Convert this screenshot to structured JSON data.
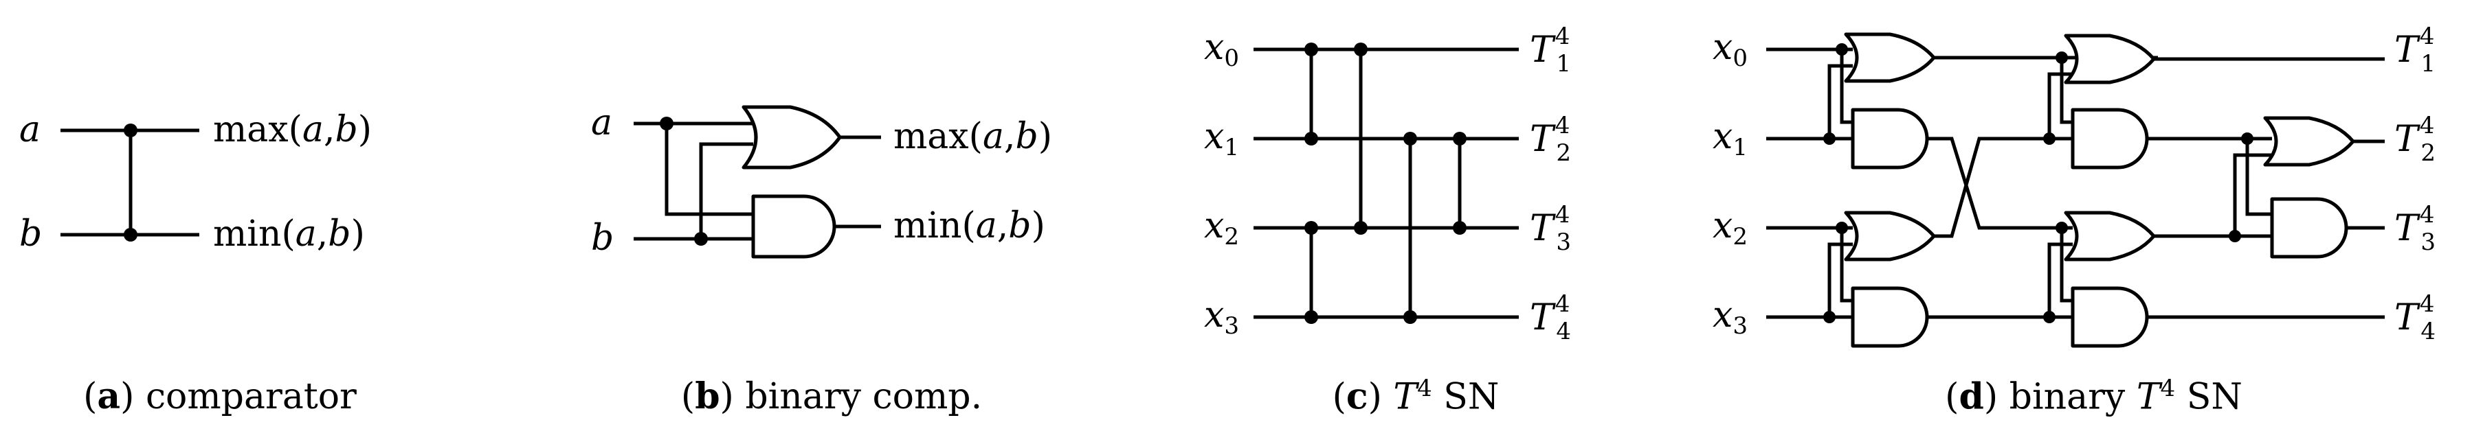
{
  "panels": {
    "a": {
      "inputs": [
        "a",
        "b"
      ],
      "outputs": [
        "max(a,b)",
        "min(a,b)"
      ],
      "caption_letter": "a",
      "caption_text": "comparator"
    },
    "b": {
      "inputs": [
        "a",
        "b"
      ],
      "outputs": [
        "max(a,b)",
        "min(a,b)"
      ],
      "caption_letter": "b",
      "caption_text": "binary comp."
    },
    "c": {
      "inputs": [
        "x0",
        "x1",
        "x2",
        "x3"
      ],
      "outputs": [
        "T1^4",
        "T2^4",
        "T3^4",
        "T4^4"
      ],
      "caption_letter": "c",
      "caption_T": "T",
      "caption_sup": "4",
      "caption_text": "SN"
    },
    "d": {
      "inputs": [
        "x0",
        "x1",
        "x2",
        "x3"
      ],
      "outputs": [
        "T1^4",
        "T2^4",
        "T3^4",
        "T4^4"
      ],
      "caption_letter": "d",
      "caption_pre": "binary",
      "caption_T": "T",
      "caption_sup": "4",
      "caption_text": "SN"
    }
  },
  "labels": {
    "a": "a",
    "b": "b",
    "max": "max",
    "min": "min",
    "args": "(a,b)",
    "x": "x",
    "sub0": "0",
    "sub1": "1",
    "sub2": "2",
    "sub3": "3",
    "T": "T",
    "sup4": "4"
  }
}
